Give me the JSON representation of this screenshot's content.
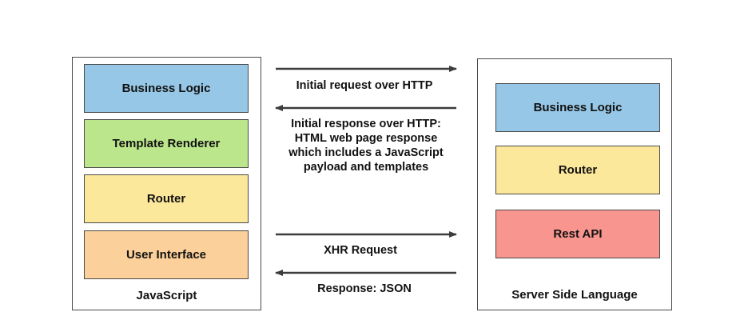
{
  "client": {
    "blocks": [
      {
        "label": "Business Logic",
        "color": "#96c7e6"
      },
      {
        "label": "Template Renderer",
        "color": "#bce68c"
      },
      {
        "label": "Router",
        "color": "#fce89a"
      },
      {
        "label": "User Interface",
        "color": "#fcd09a"
      }
    ],
    "label": "JavaScript"
  },
  "server": {
    "blocks": [
      {
        "label": "Business Logic",
        "color": "#96c7e6"
      },
      {
        "label": "Router",
        "color": "#fce89a"
      },
      {
        "label": "Rest API",
        "color": "#f7958e"
      }
    ],
    "label": "Server Side Language"
  },
  "messages": {
    "initial_request": "Initial request over HTTP",
    "initial_response": [
      "Initial response over HTTP:",
      "HTML web page response",
      "which includes a JavaScript",
      "payload and templates"
    ],
    "xhr_request": "XHR Request",
    "json_response": "Response: JSON"
  },
  "colors": {
    "border": "#4a4a4a",
    "arrow": "#3c3c3c"
  }
}
